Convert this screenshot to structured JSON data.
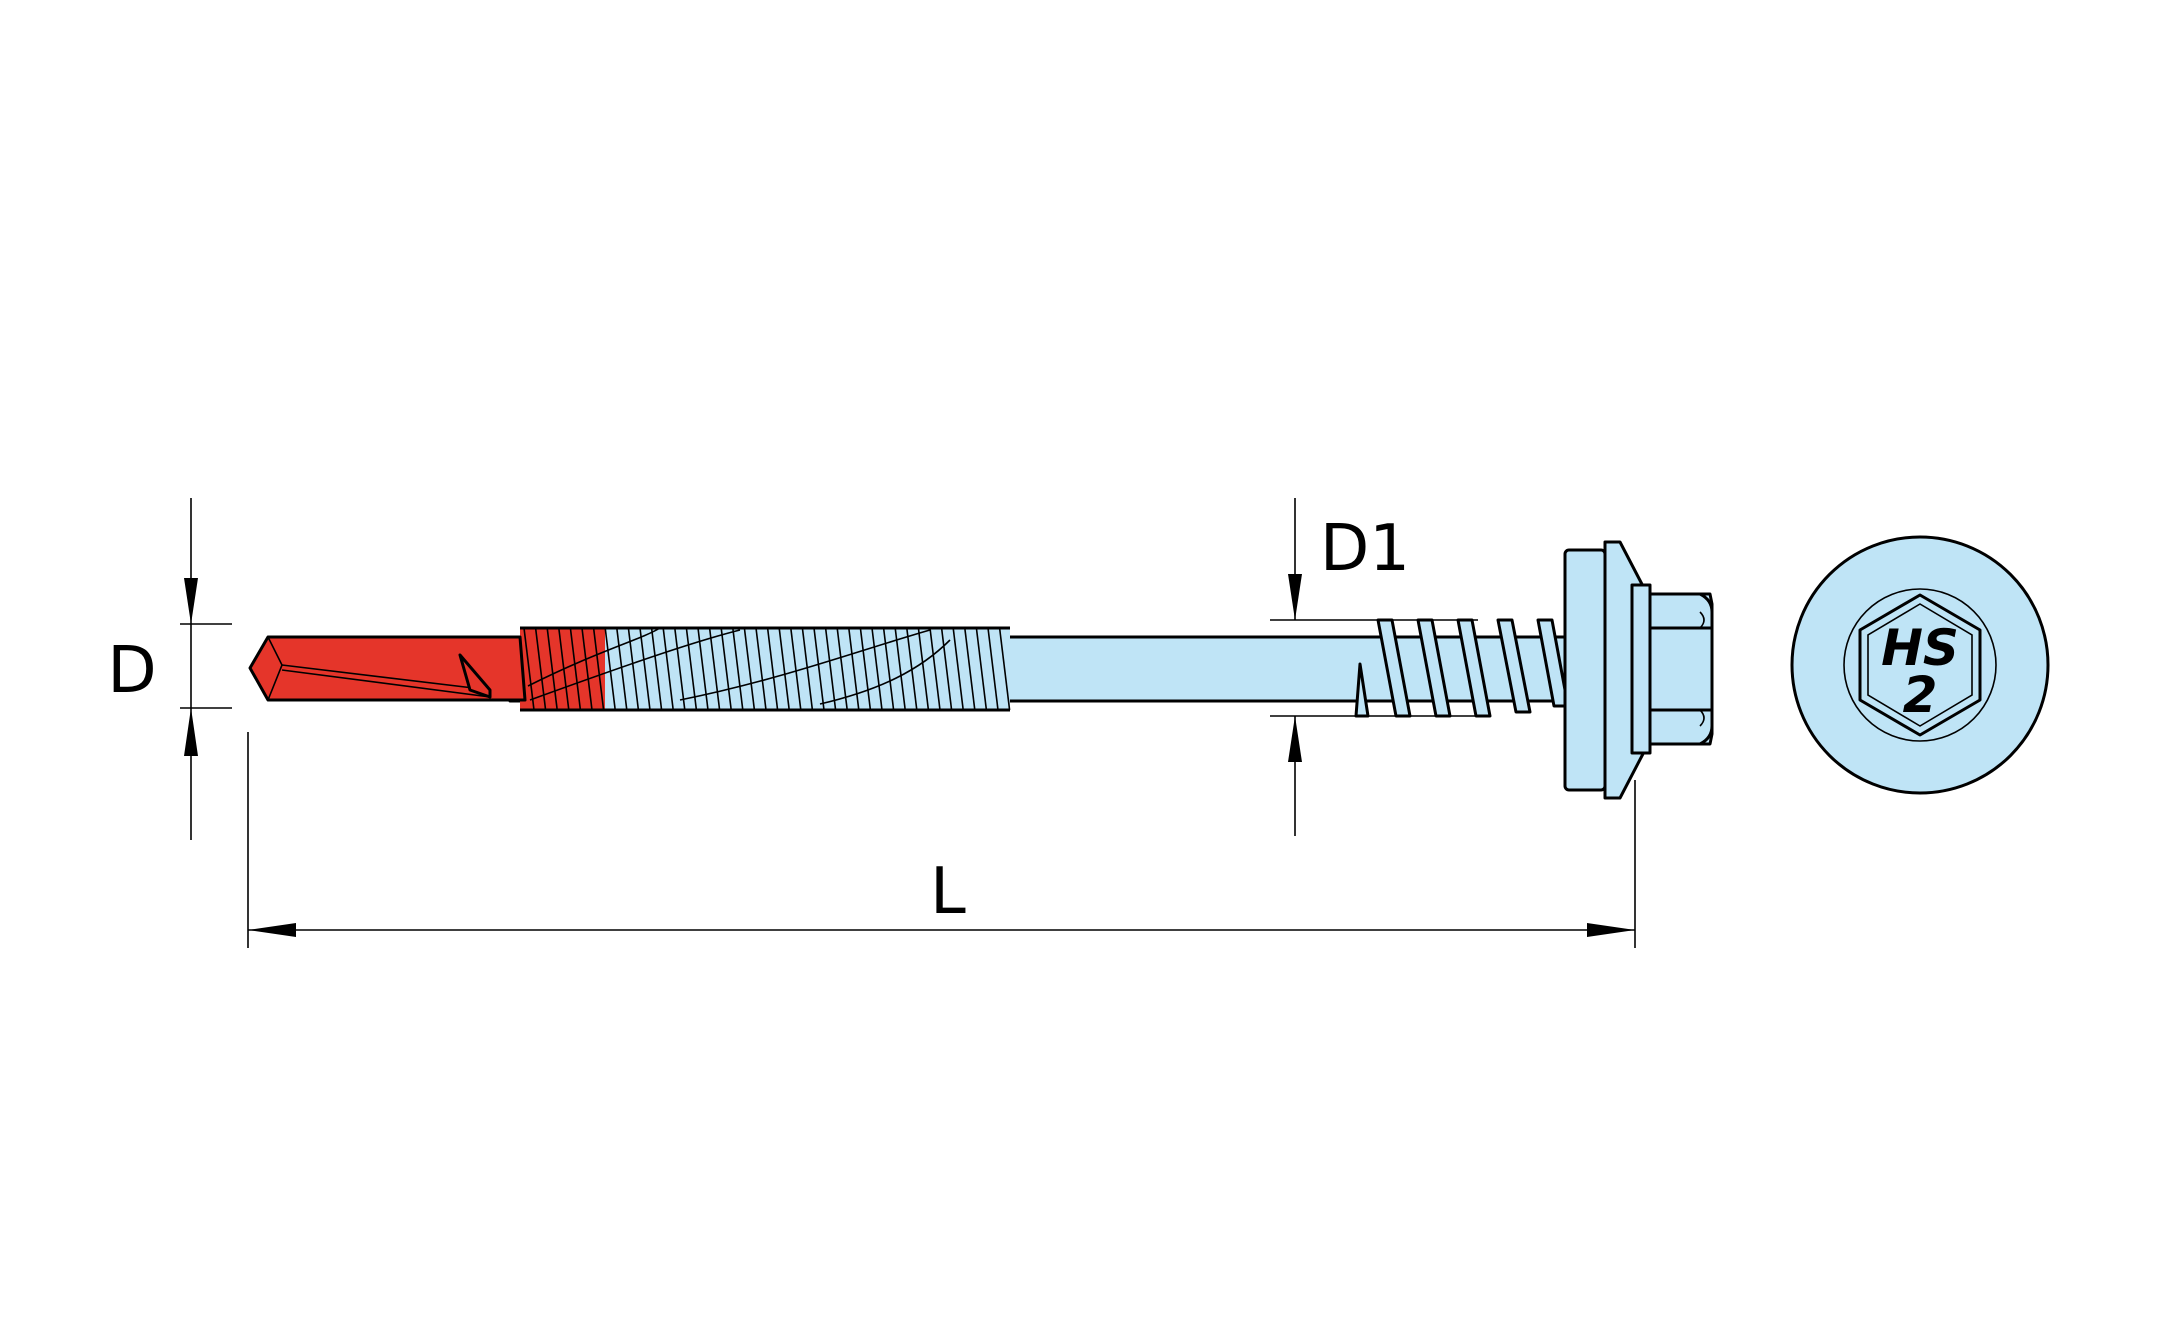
{
  "colors": {
    "screw_body": "#bfe4f6",
    "drill_tip": "#e5352a",
    "outline": "#000000",
    "background": "#ffffff"
  },
  "labels": {
    "diameter": "D",
    "thread_diameter": "D1",
    "length": "L"
  },
  "head_marking": {
    "line1": "HS",
    "line2": "2"
  }
}
